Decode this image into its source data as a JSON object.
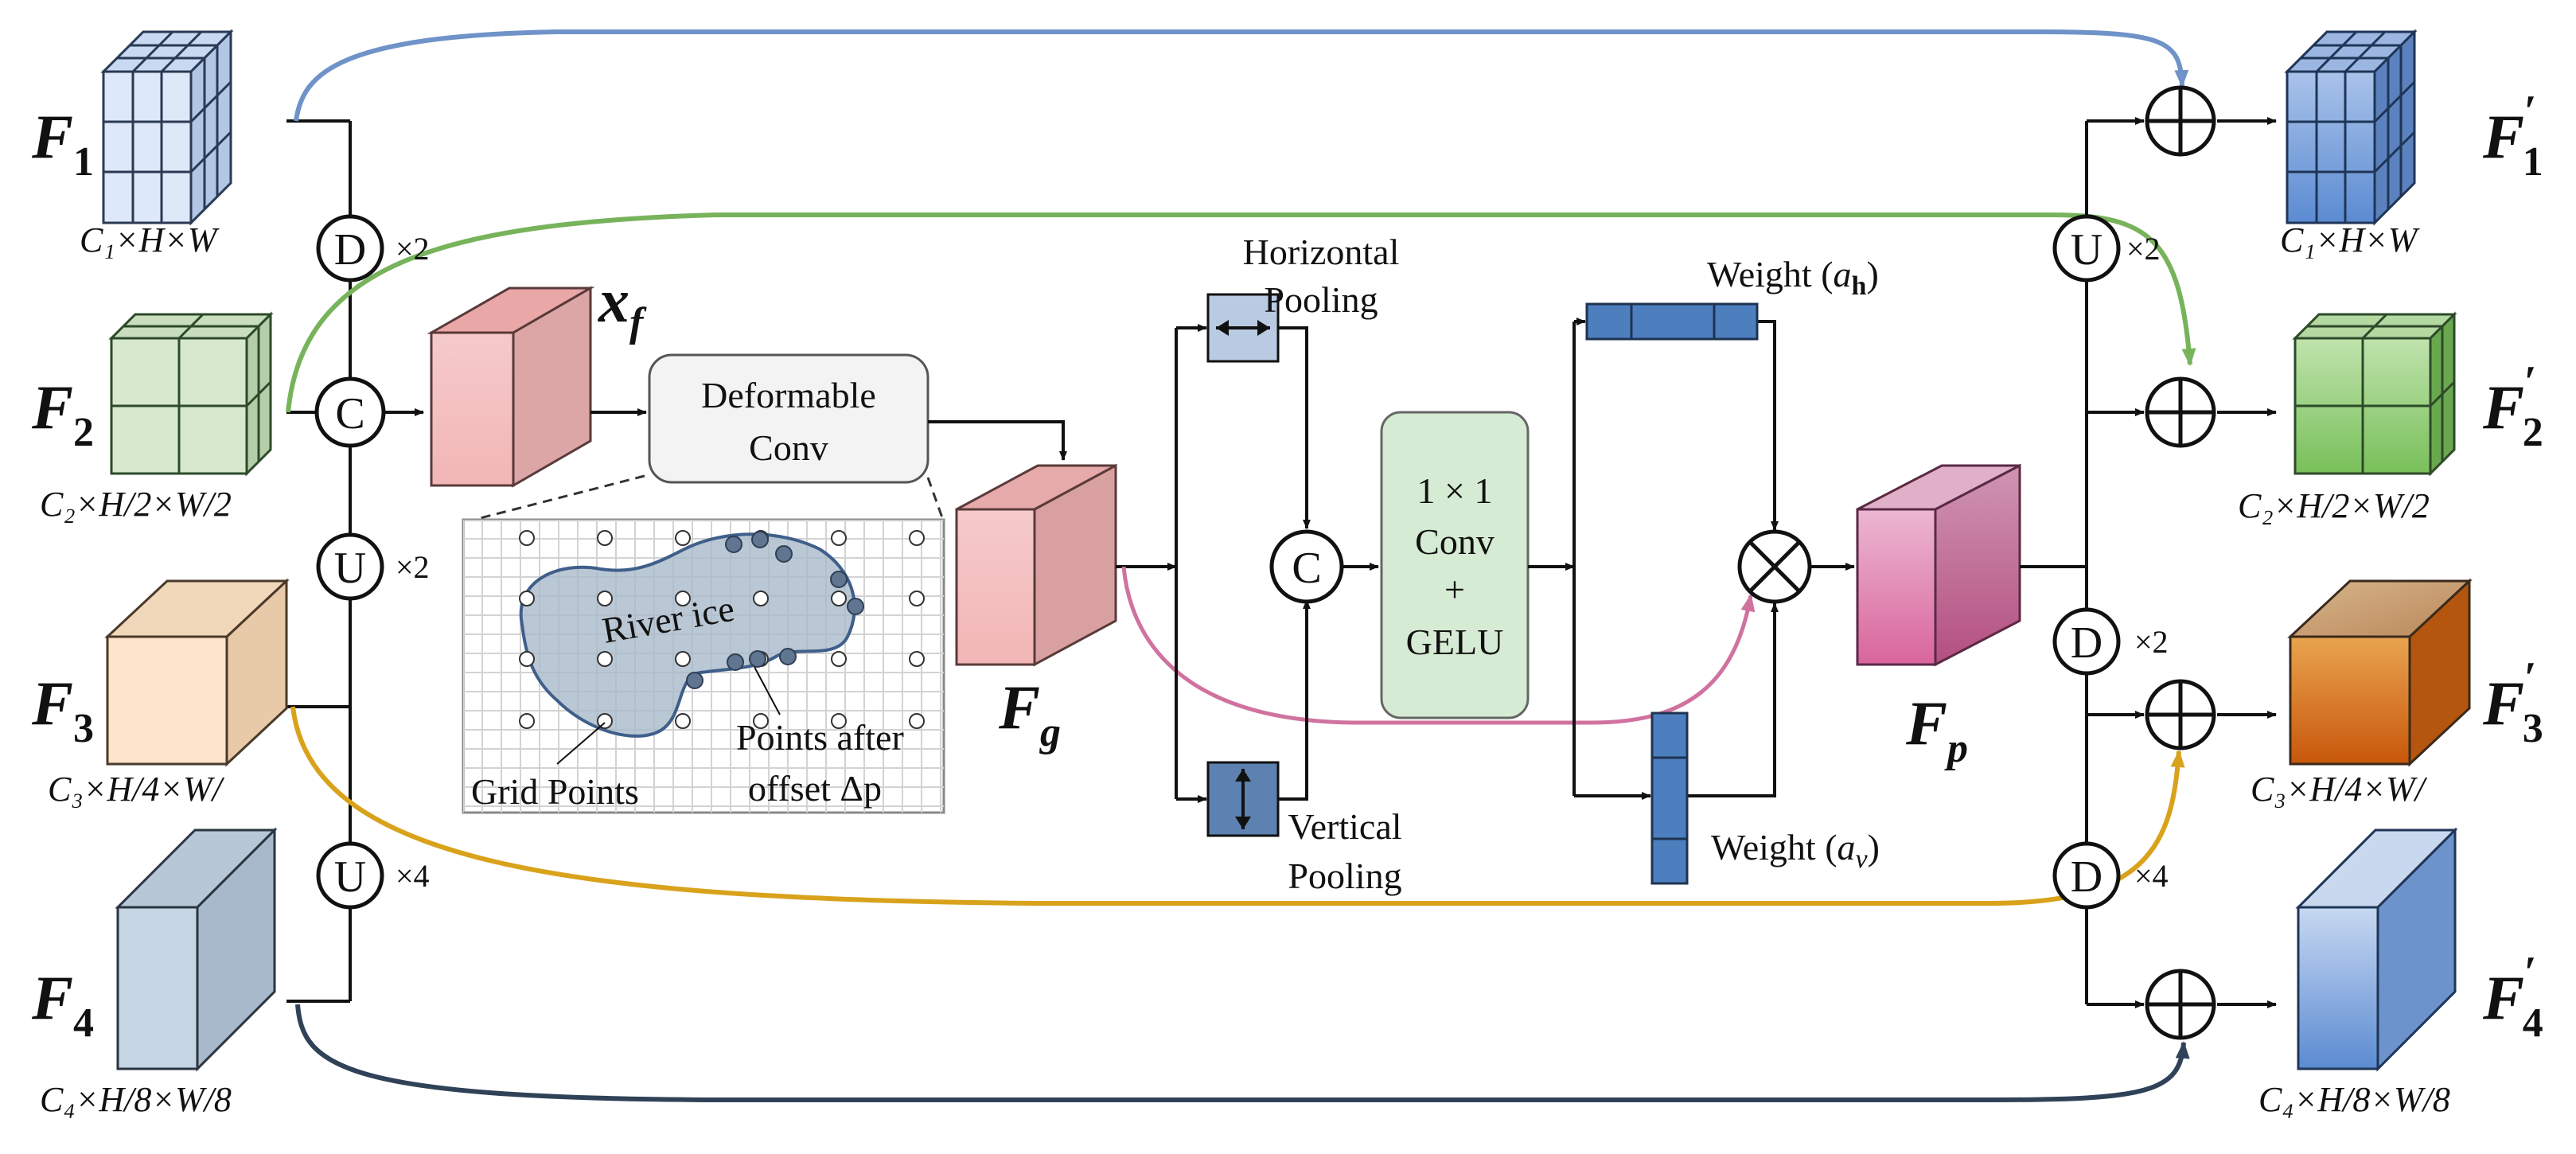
{
  "colors": {
    "blue_arrow": "#6f93c8",
    "green_arrow": "#77b35b",
    "orange_arrow": "#d9a21b",
    "navy_arrow": "#2f4257",
    "pink_arrow": "#d0729f",
    "pool_fill": "#4d7fbf"
  },
  "inputs": {
    "f1": {
      "label": "F",
      "sub": "1",
      "dim": "C₁×H×W"
    },
    "f2": {
      "label": "F",
      "sub": "2",
      "dim": "C₂×H/2×W/2"
    },
    "f3": {
      "label": "F",
      "sub": "3",
      "dim": "C₃×H/4×W/"
    },
    "f4": {
      "label": "F",
      "sub": "4",
      "dim": "C₄×H/8×W/8"
    }
  },
  "outputs": {
    "f1": {
      "label": "F",
      "sup": "′",
      "sub": "1",
      "dim": "C₁×H×W"
    },
    "f2": {
      "label": "F",
      "sup": "′",
      "sub": "2",
      "dim": "C₂×H/2×W/2"
    },
    "f3": {
      "label": "F",
      "sup": "′",
      "sub": "3",
      "dim": "C₃×H/4×W/"
    },
    "f4": {
      "label": "F",
      "sup": "′",
      "sub": "4",
      "dim": "C₄×H/8×W/8"
    }
  },
  "left_ops": {
    "d": "D",
    "d_mult": "×2",
    "c": "C",
    "u1": "U",
    "u1_mult": "×2",
    "u2": "U",
    "u2_mult": "×4"
  },
  "right_ops": {
    "u": "U",
    "u_mult": "×2",
    "d1": "D",
    "d1_mult": "×2",
    "d2": "D",
    "d2_mult": "×4"
  },
  "xf": {
    "label": "x",
    "sub": "f"
  },
  "deform": {
    "line1": "Deformable",
    "line2": "Conv"
  },
  "inset": {
    "river_ice": "River ice",
    "grid_points": "Grid Points",
    "offset_line1": "Points after",
    "offset_line2": "offset Δp"
  },
  "fg": {
    "label": "F",
    "sub": "g"
  },
  "fp": {
    "label": "F",
    "sub": "p"
  },
  "h_pool": {
    "line1": "Horizontal",
    "line2": "Pooling"
  },
  "v_pool": {
    "line1": "Vertical",
    "line2": "Pooling"
  },
  "concat_mid": "C",
  "conv_block": {
    "line1": "1 × 1",
    "line2": "Conv",
    "line3": "+",
    "line4": "GELU"
  },
  "weight_h": {
    "text": "Weight (",
    "var": "a",
    "sub": "h",
    "close": ")"
  },
  "weight_v": {
    "text": "Weight (",
    "var": "a",
    "sub": "v",
    "close": ")"
  }
}
